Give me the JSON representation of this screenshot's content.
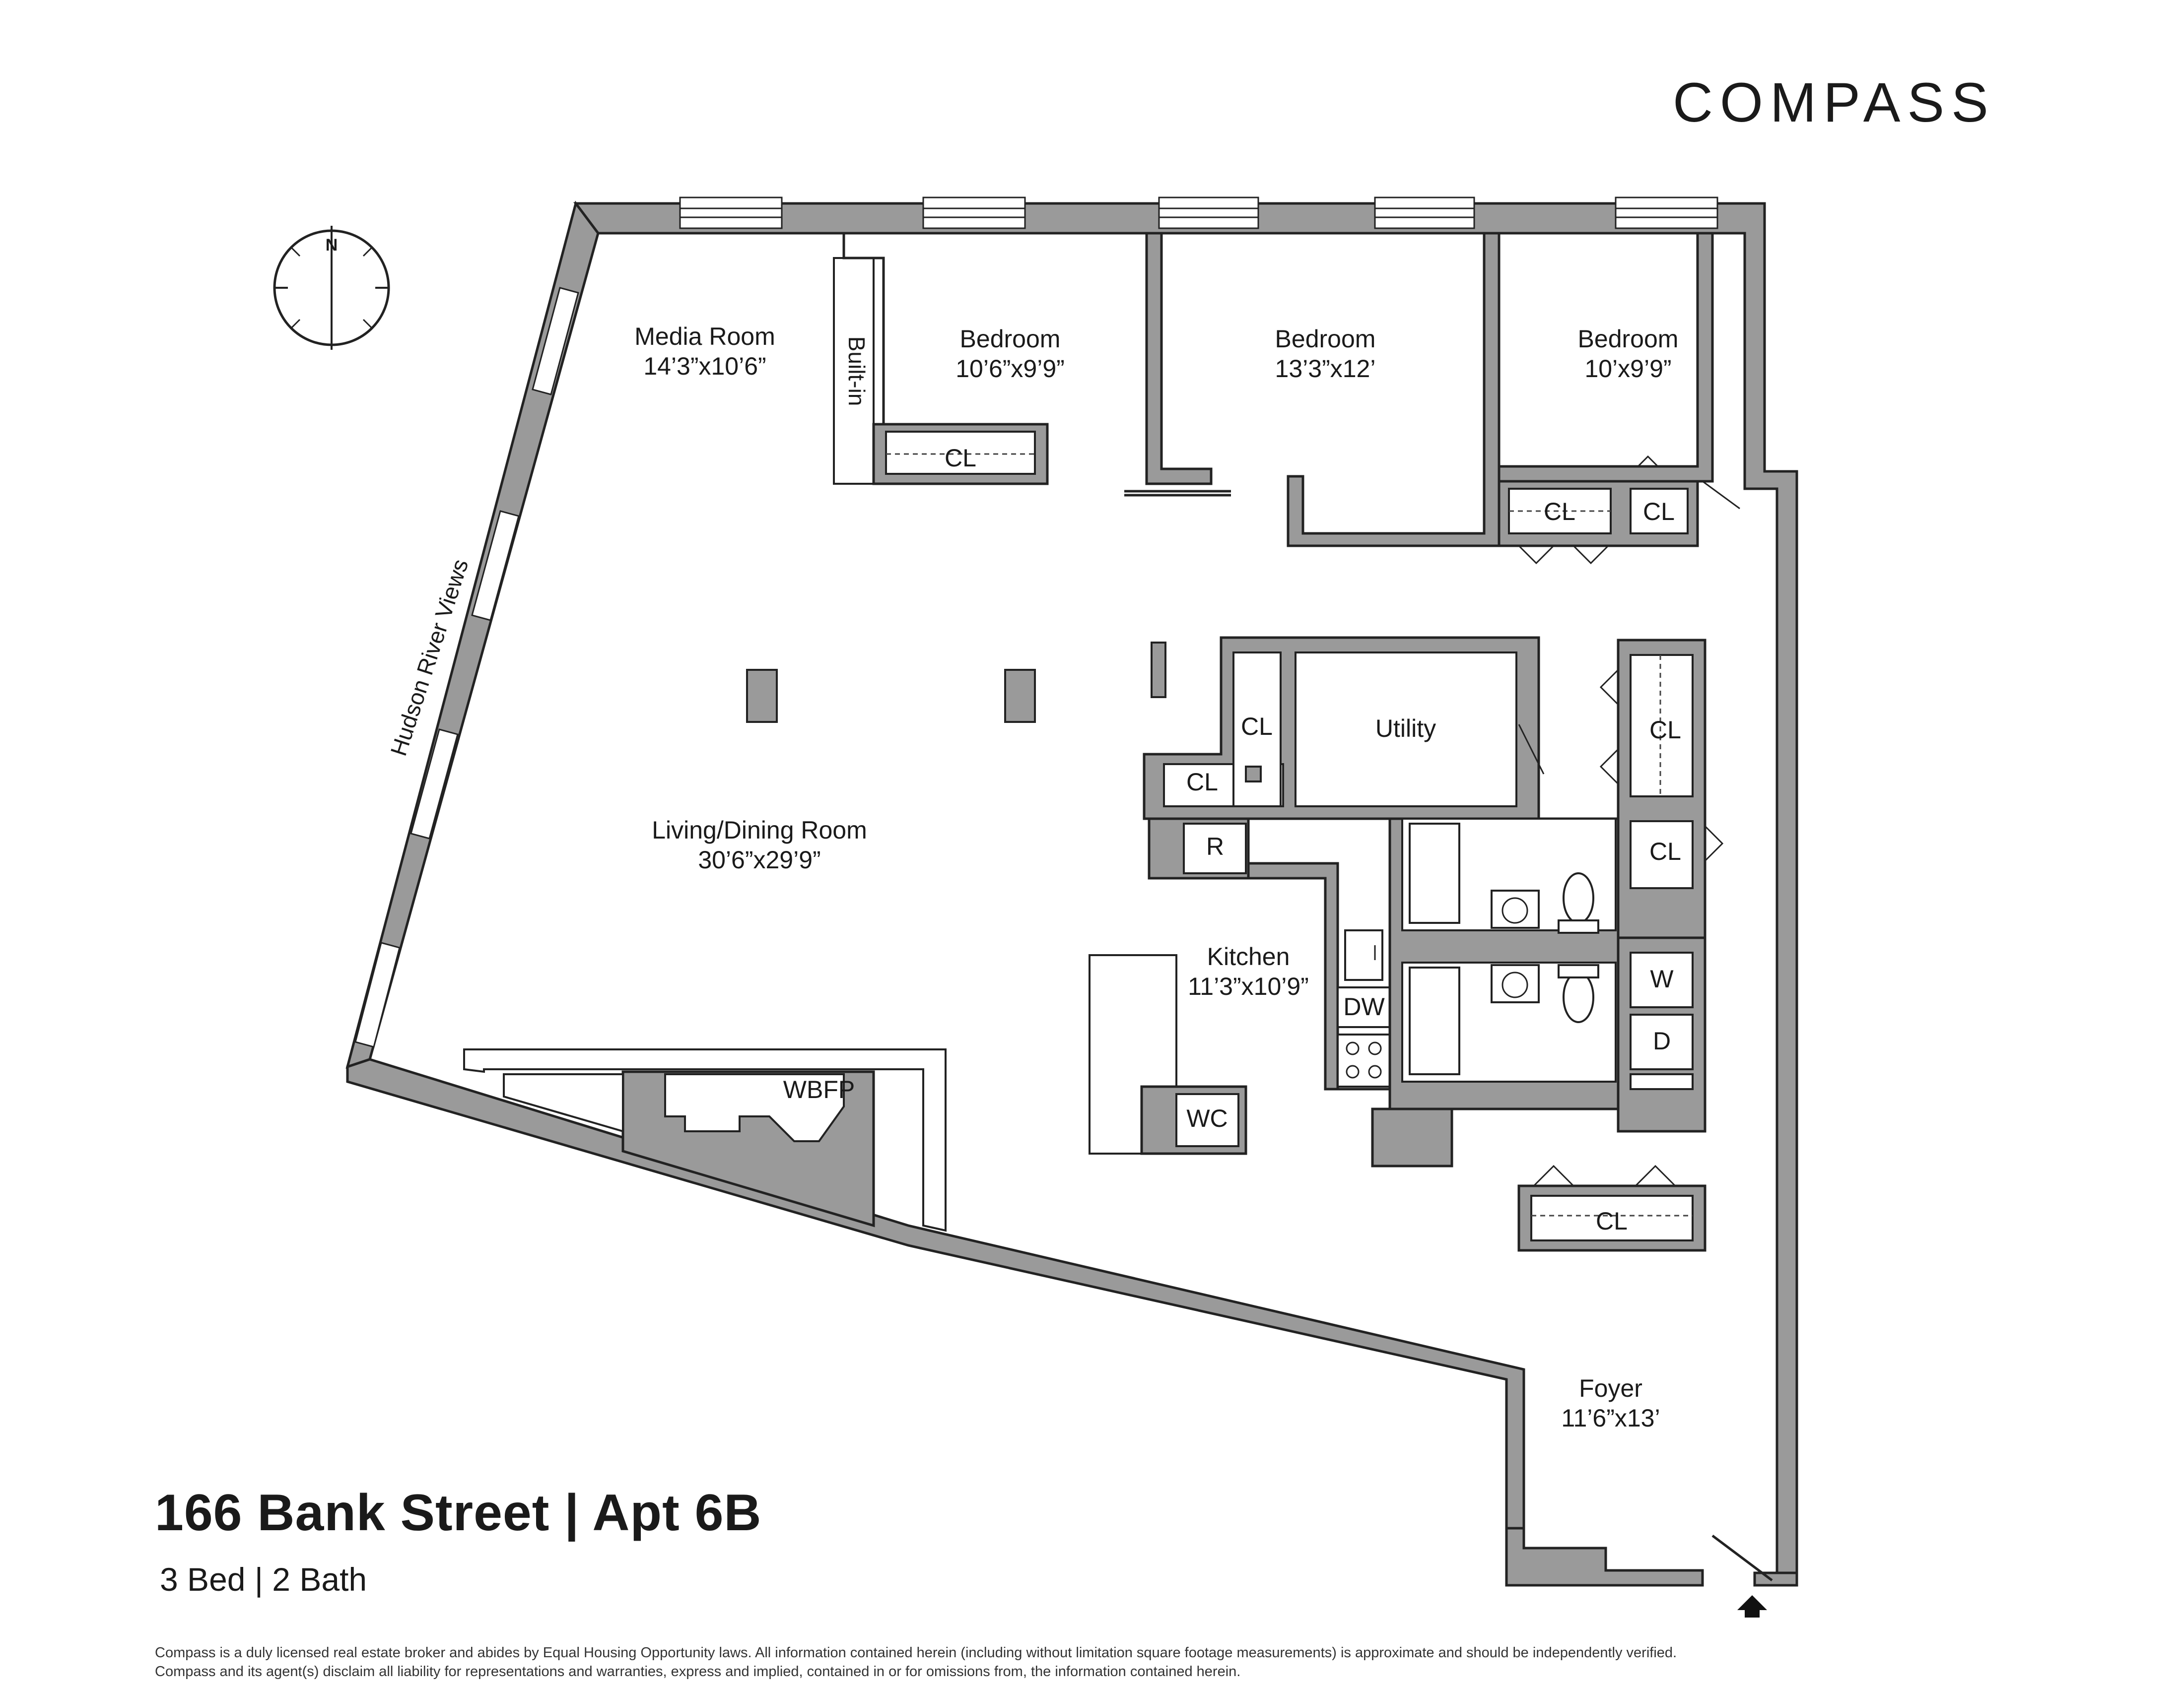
{
  "brand": {
    "logo_text": "COMPASS"
  },
  "listing": {
    "title": "166 Bank Street | Apt 6B",
    "subtitle": "3 Bed | 2 Bath"
  },
  "compass_rose": {
    "north_label": "N"
  },
  "views_label": "Hudson River Views",
  "rooms": {
    "media_room": {
      "name": "Media Room",
      "dims": "14’3”x10’6”"
    },
    "bedroom_1": {
      "name": "Bedroom",
      "dims": "10’6”x9’9”"
    },
    "bedroom_2": {
      "name": "Bedroom",
      "dims": "13’3”x12’"
    },
    "bedroom_3": {
      "name": "Bedroom",
      "dims": "10’x9’9”"
    },
    "living_dining": {
      "name": "Living/Dining Room",
      "dims": "30’6”x29’9”"
    },
    "kitchen": {
      "name": "Kitchen",
      "dims": "11’3”x10’9”"
    },
    "utility": {
      "name": "Utility"
    },
    "foyer": {
      "name": "Foyer",
      "dims": "11’6”x13’"
    }
  },
  "fixtures": {
    "built_in": "Built-in",
    "closet": "CL",
    "refrigerator": "R",
    "dishwasher": "DW",
    "wine_cooler": "WC",
    "fireplace": "WBFP",
    "washer": "W",
    "dryer": "D"
  },
  "disclaimer": {
    "line1": "Compass is a duly licensed real estate broker and abides by Equal Housing Opportunity laws.  All information contained herein (including without limitation square footage measurements) is approximate and should be independently verified.",
    "line2": "Compass and its agent(s) disclaim all liability for representations and warranties, express and implied, contained in or for omissions from, the information contained herein."
  },
  "colors": {
    "wall": "#9a9a9a",
    "line": "#222222",
    "background": "#ffffff"
  }
}
